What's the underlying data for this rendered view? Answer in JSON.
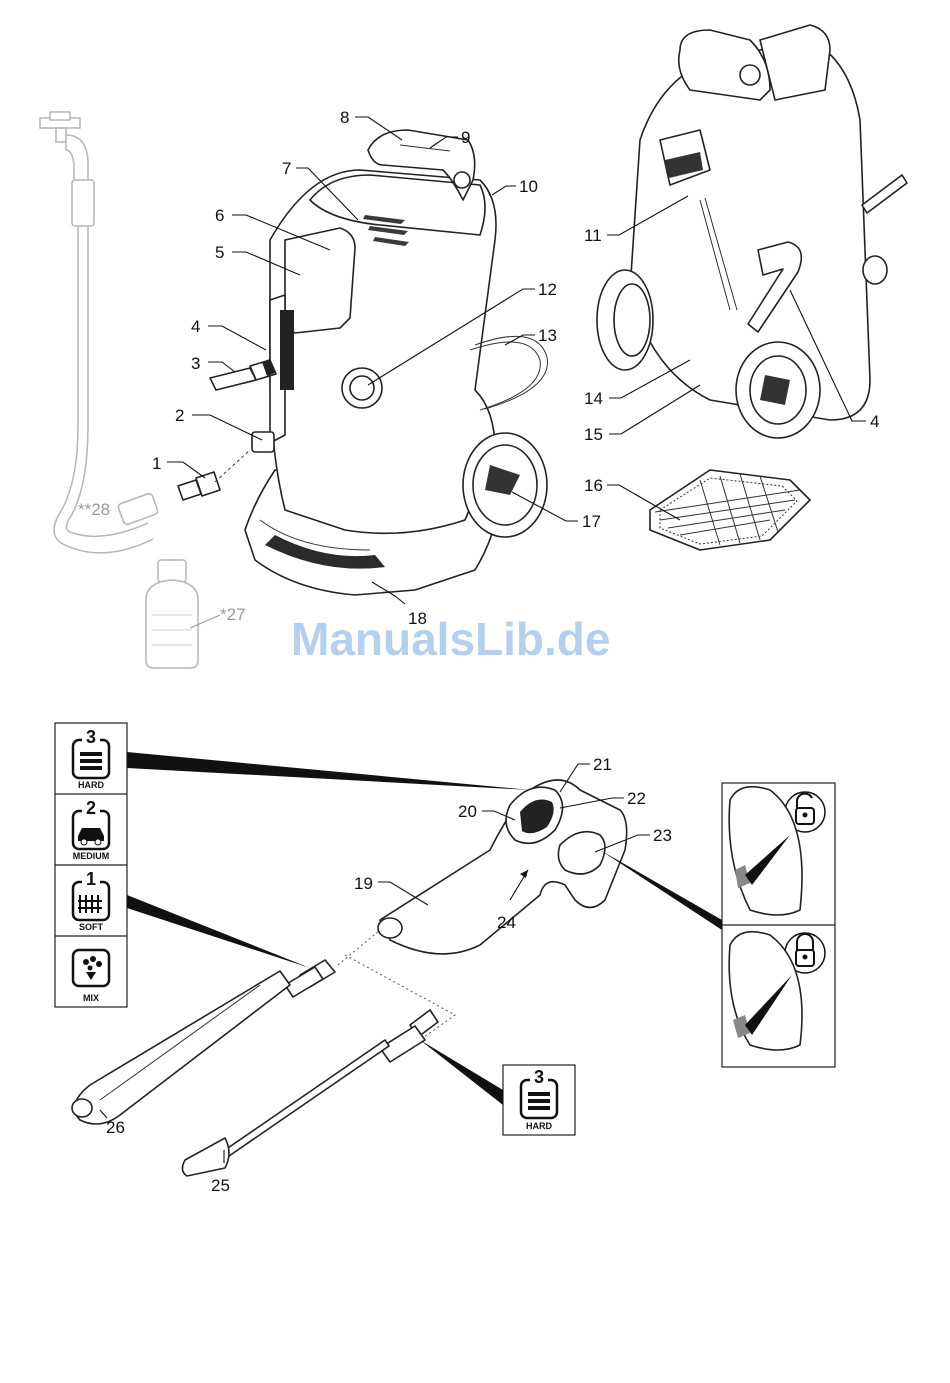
{
  "callouts": [
    "1",
    "2",
    "3",
    "4",
    "5",
    "6",
    "7",
    "8",
    "9",
    "10",
    "11",
    "12",
    "13",
    "14",
    "15",
    "16",
    "17",
    "18",
    "19",
    "20",
    "21",
    "22",
    "23",
    "24",
    "25",
    "26"
  ],
  "optional_callouts": {
    "detergent": "*27",
    "hose": "**28"
  },
  "watermark": "ManualsLib.de",
  "spray_modes": [
    {
      "number": "3",
      "caption": "HARD"
    },
    {
      "number": "2",
      "caption": "MEDIUM"
    },
    {
      "number": "1",
      "caption": "SOFT"
    },
    {
      "number": "",
      "caption": "MIX"
    }
  ],
  "nozzle_mode": {
    "number": "3",
    "caption": "HARD"
  },
  "lock_states": [
    "unlocked",
    "locked"
  ]
}
